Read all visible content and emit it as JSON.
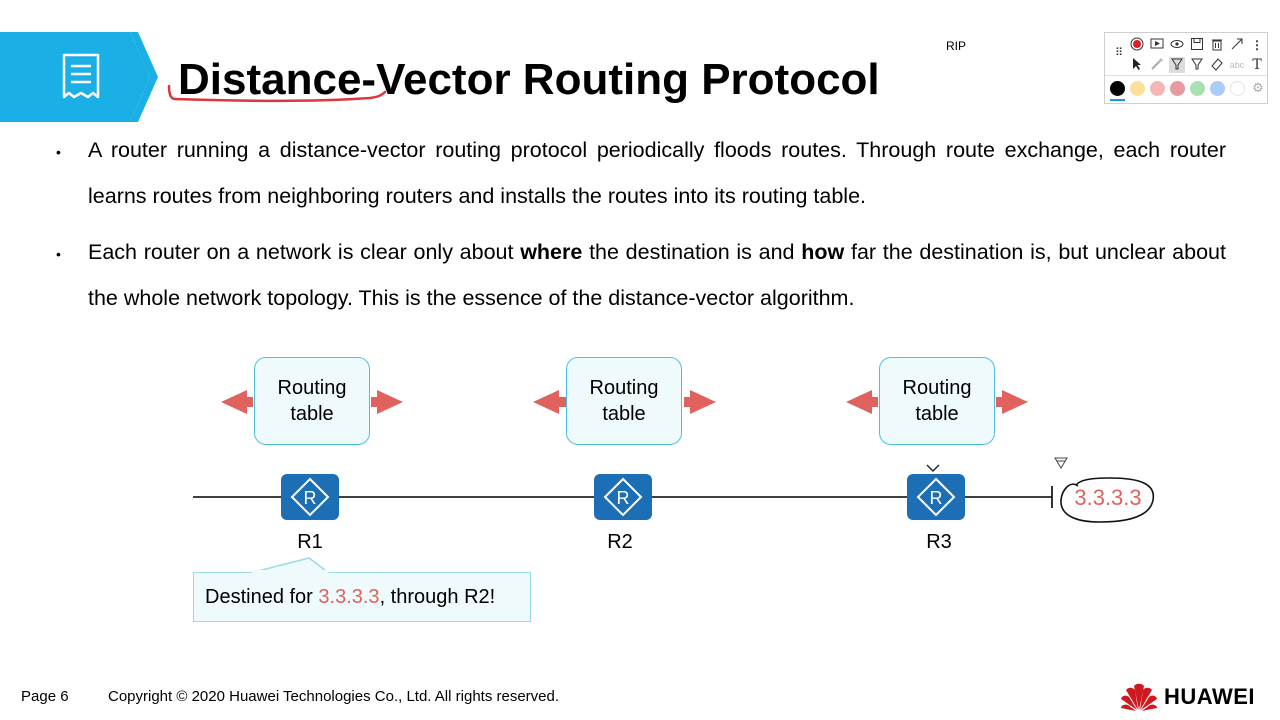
{
  "header": {
    "title": "Distance-Vector Routing Protocol",
    "section_label": "RIP",
    "document_icon": "document-icon"
  },
  "bullets": [
    {
      "text": "A router running a distance-vector routing protocol periodically floods routes. Through route exchange, each router learns routes from neighboring routers and installs the routes into its routing table."
    },
    {
      "parts": [
        "Each router on a network is clear only about ",
        "where",
        " the destination is and ",
        "how",
        " far the destination is, but unclear about the whole network topology. This is the essence of the distance-vector algorithm."
      ]
    }
  ],
  "diagram": {
    "routing_table_line1": "Routing",
    "routing_table_line2": "table",
    "routers": [
      {
        "label": "R1",
        "icon": "router-icon"
      },
      {
        "label": "R2",
        "icon": "router-icon"
      },
      {
        "label": "R3",
        "icon": "router-icon"
      }
    ],
    "destination": "3.3.3.3",
    "callout": {
      "prefix": "Destined for ",
      "address": "3.3.3.3",
      "suffix": ", through R2!"
    }
  },
  "toolbar": {
    "icons": [
      "record-icon",
      "present-icon",
      "eye-icon",
      "save-icon",
      "trash-icon",
      "collapse-icon",
      "more-icon",
      "pointer-icon",
      "laser-icon",
      "pen-icon",
      "highlighter-icon",
      "eraser-icon",
      "text-style-icon",
      "text-icon"
    ],
    "colors": [
      "#000000",
      "#fbe09a",
      "#f6b6b6",
      "#e79aa0",
      "#a8e0b0",
      "#a9cdf6",
      "#ffffff"
    ]
  },
  "footer": {
    "page": "Page 6",
    "copyright": "Copyright © 2020 Huawei Technologies Co., Ltd. All rights reserved.",
    "brand": "HUAWEI"
  },
  "colors": {
    "accent": "#1a9bd8",
    "router": "#1d6fb5",
    "arrow": "#e0625e",
    "box_border": "#4fc1d6"
  }
}
